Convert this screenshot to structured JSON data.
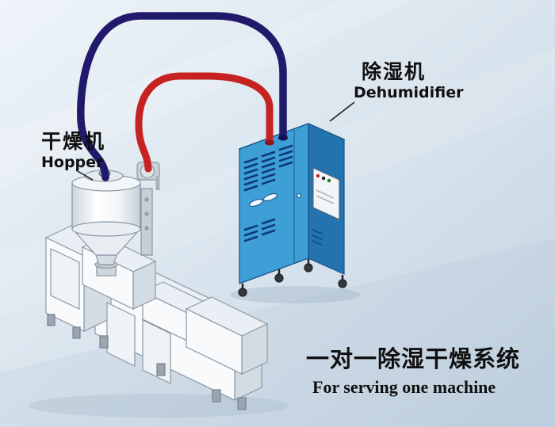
{
  "scene": {
    "labels": {
      "dryer_cn": "干燥机",
      "dryer_en": "Hopper",
      "dehumidifier_cn": "除湿机",
      "dehumidifier_en": "Dehumidifier",
      "caption_cn": "一对一除湿干燥系统",
      "caption_en": "For serving one machine"
    },
    "colors": {
      "pipe_return": "#211a6b",
      "pipe_supply": "#c62222",
      "cabinet_front": "#3d9fd6",
      "cabinet_side": "#2373ae",
      "cabinet_top": "#82c4e6",
      "cabinet_outline": "#174f86",
      "vent": "#0e3a74",
      "label_text": "#101010"
    }
  }
}
